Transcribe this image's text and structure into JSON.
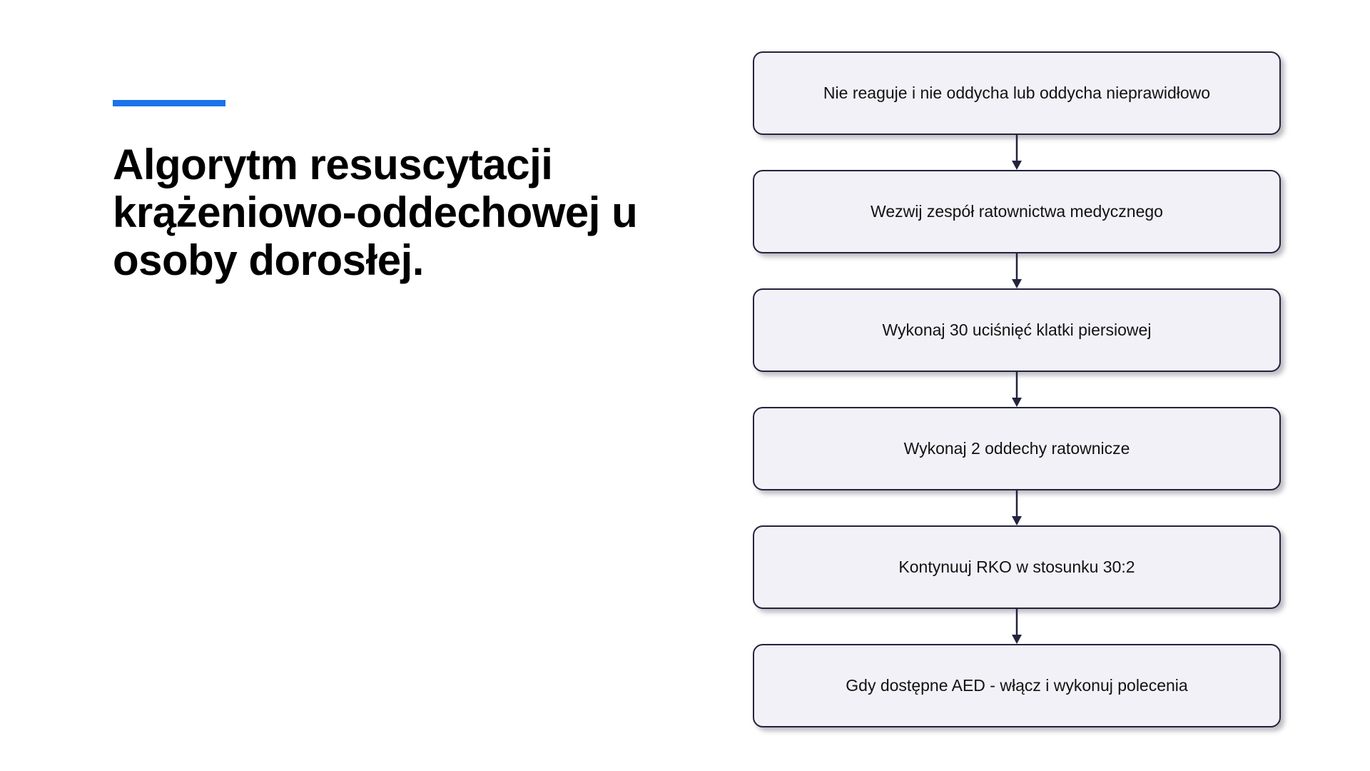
{
  "slide": {
    "background_color": "#ffffff",
    "accent_color": "#1a73e8",
    "title": "Algorytm resuscytacji krążeniowo-oddechowej u osoby dorosłej."
  },
  "flowchart": {
    "box_fill_color": "#f2f1f8",
    "box_border_color": "#23233f",
    "arrow_color": "#23233f",
    "steps": [
      {
        "label": "Nie reaguje i nie oddycha lub oddycha nieprawidłowo"
      },
      {
        "label": "Wezwij zespół ratownictwa medycznego"
      },
      {
        "label": "Wykonaj 30 uciśnięć klatki piersiowej"
      },
      {
        "label": "Wykonaj 2 oddechy ratownicze"
      },
      {
        "label": "Kontynuuj RKO w stosunku 30:2"
      },
      {
        "label": "Gdy dostępne AED - włącz i wykonuj polecenia"
      }
    ]
  }
}
